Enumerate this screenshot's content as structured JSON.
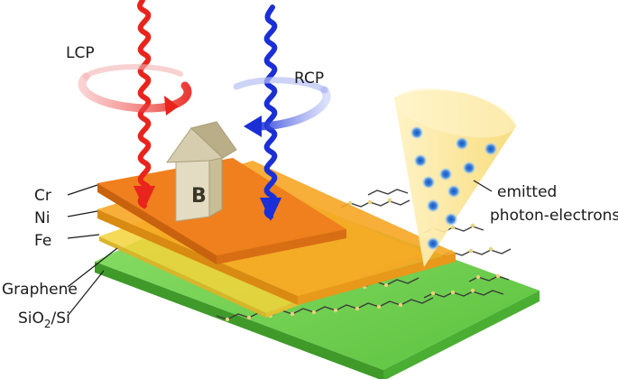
{
  "labels": {
    "lcp": "LCP",
    "rcp": "RCP",
    "b_field": "B",
    "cr": "Cr",
    "ni": "Ni",
    "fe": "Fe",
    "graphene": "Graphene",
    "sio2_main": "SiO",
    "sio2_sub": "2",
    "sio2_rest": "/Si",
    "emitted_line1": "emitted",
    "emitted_line2": "photon-electrons"
  },
  "colors": {
    "lcp_beam": "#e8241c",
    "rcp_beam": "#1a2fd6",
    "cr_layer": "#f07f1e",
    "ni_layer": "#f6a623",
    "fe_layer": "#f3d43b",
    "substrate": "#63c64a",
    "cone": "#fbe9a0",
    "electron": "#2a6fd0"
  },
  "icons": {
    "b_arrow": "magnetic-field-arrow-icon",
    "lcp_rotation": "circular-arrow-icon",
    "rcp_rotation": "circular-arrow-icon"
  }
}
